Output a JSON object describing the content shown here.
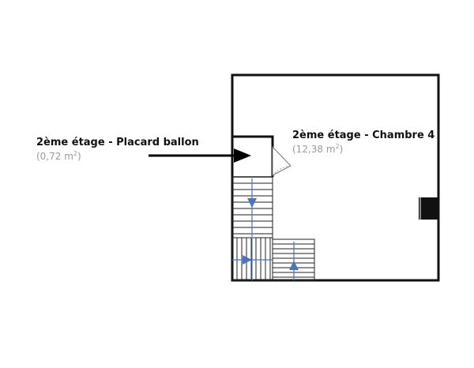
{
  "rooms": {
    "placard": {
      "name": "2ème étage - Placard ballon",
      "area": "(0,72 m",
      "area_unit_exp": "2",
      "area_close": ")"
    },
    "chambre": {
      "name": "2ème étage - Chambre 4",
      "area": "(12,38 m",
      "area_unit_exp": "2",
      "area_close": ")"
    }
  },
  "colors": {
    "wall": "#111111",
    "stair_line": "#222222",
    "stair_arrow": "#4a72c8",
    "pointer": "#000000"
  },
  "icons": {
    "pointer": "arrow-right-icon",
    "stair_up": "arrow-up-icon",
    "stair_down": "arrow-down-icon",
    "stair_turn": "arrow-right-icon"
  }
}
